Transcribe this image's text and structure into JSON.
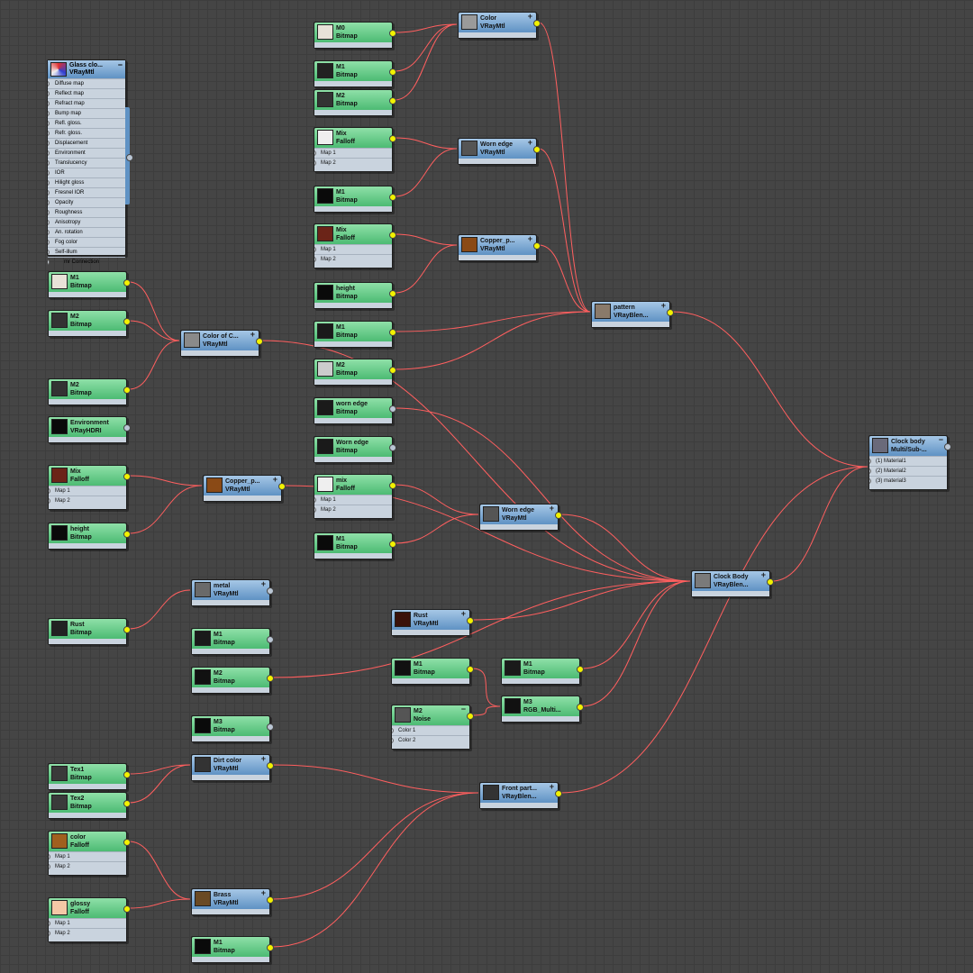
{
  "editor": {
    "title": "Slate Material Editor node view"
  },
  "colors": {
    "background": "#454545",
    "wire": "#ff5f5f",
    "map_header": "#5cc07e",
    "material_header": "#6b9bcc",
    "active_socket": "#f2f200"
  },
  "glass": {
    "title": "Glass clo...",
    "subtitle": "VRayMtl",
    "slots": [
      "Diffuse map",
      "Reflect map",
      "Refract map",
      "Bump map",
      "Refl. gloss.",
      "Refr. gloss.",
      "Displacement",
      "Environment",
      "Translucency",
      "IOR",
      "Hilight gloss",
      "Fresnel IOR",
      "Opacity",
      "Roughness",
      "Anisotropy",
      "An. rotation",
      "Fog color",
      "Self-illum",
      "mr Connection"
    ]
  },
  "nodes": {
    "n1": {
      "t1": "M0",
      "t2": "Bitmap",
      "thumb": "#e8e2d8"
    },
    "n2": {
      "t1": "M1",
      "t2": "Bitmap",
      "thumb": "#222222"
    },
    "n3": {
      "t1": "M2",
      "t2": "Bitmap",
      "thumb": "#333333"
    },
    "n4": {
      "t1": "Mix",
      "t2": "Falloff",
      "thumb": "#efefef",
      "slots": [
        "Map 1",
        "Map 2"
      ]
    },
    "n5": {
      "t1": "M1",
      "t2": "Bitmap",
      "thumb": "#0a0a0a"
    },
    "n6": {
      "t1": "Mix",
      "t2": "Falloff",
      "thumb": "#6b2418",
      "slots": [
        "Map 1",
        "Map 2"
      ]
    },
    "n7": {
      "t1": "height",
      "t2": "Bitmap",
      "thumb": "#0a0a0a"
    },
    "n8": {
      "t1": "M1",
      "t2": "Bitmap",
      "thumb": "#1a1a1a"
    },
    "n9": {
      "t1": "M2",
      "t2": "Bitmap",
      "thumb": "#cccccc"
    },
    "n10": {
      "t1": "worn edge",
      "t2": "Bitmap",
      "thumb": "#1a1a1a"
    },
    "n11": {
      "t1": "Worn edge",
      "t2": "Bitmap",
      "thumb": "#1a1a1a"
    },
    "n12": {
      "t1": "mix",
      "t2": "Falloff",
      "thumb": "#efefef",
      "slots": [
        "Map 1",
        "Map 2"
      ]
    },
    "n13": {
      "t1": "M1",
      "t2": "Bitmap",
      "thumb": "#0a0a0a"
    },
    "n14": {
      "t1": "Color",
      "t2": "VRayMtl",
      "thumb": "#9a9a9a",
      "corner": "+"
    },
    "n15": {
      "t1": "Worn edge",
      "t2": "VRayMtl",
      "thumb": "#555555",
      "corner": "+"
    },
    "n16": {
      "t1": "Copper_p...",
      "t2": "VRayMtl",
      "thumb": "#8a4a16",
      "corner": "+"
    },
    "n17": {
      "t1": "pattern",
      "t2": "VRayBlen...",
      "thumb": "#8a7a6a",
      "corner": "+"
    },
    "n18": {
      "t1": "M1",
      "t2": "Bitmap",
      "thumb": "#e8e2d8"
    },
    "n19": {
      "t1": "M2",
      "t2": "Bitmap",
      "thumb": "#333333"
    },
    "n20": {
      "t1": "M2",
      "t2": "Bitmap",
      "thumb": "#333333"
    },
    "n21": {
      "t1": "Environment",
      "t2": "VRayHDRI",
      "thumb": "#0a0a0a"
    },
    "n22": {
      "t1": "Mix",
      "t2": "Falloff",
      "thumb": "#6b2418",
      "slots": [
        "Map 1",
        "Map 2"
      ]
    },
    "n23": {
      "t1": "height",
      "t2": "Bitmap",
      "thumb": "#0a0a0a"
    },
    "n24": {
      "t1": "Color of C...",
      "t2": "VRayMtl",
      "thumb": "#8a8a8a",
      "corner": "+"
    },
    "n25": {
      "t1": "Copper_p...",
      "t2": "VRayMtl",
      "thumb": "#8a4a16",
      "corner": "+"
    },
    "n26": {
      "t1": "Worn edge",
      "t2": "VRayMtl",
      "thumb": "#555555",
      "corner": "+"
    },
    "n27": {
      "t1": "Clock body",
      "t2": "Multi/Sub-...",
      "thumb": "#6a6a7a",
      "corner": "−",
      "slots": [
        "(1) Material1",
        "(2) Material2",
        "(3) material3"
      ]
    },
    "n28": {
      "t1": "Clock Body",
      "t2": "VRayBlen...",
      "thumb": "#7a7a7a",
      "corner": "+"
    },
    "n29": {
      "t1": "metal",
      "t2": "VRayMtl",
      "thumb": "#6a6a6a",
      "corner": "+"
    },
    "n30": {
      "t1": "Rust",
      "t2": "Bitmap",
      "thumb": "#222222"
    },
    "n31": {
      "t1": "M1",
      "t2": "Bitmap",
      "thumb": "#1a1a1a"
    },
    "n32": {
      "t1": "M2",
      "t2": "Bitmap",
      "thumb": "#111111"
    },
    "n33": {
      "t1": "M3",
      "t2": "Bitmap",
      "thumb": "#0a0a0a"
    },
    "n34": {
      "t1": "Rust",
      "t2": "VRayMtl",
      "thumb": "#3a120a",
      "corner": "+"
    },
    "n35": {
      "t1": "M1",
      "t2": "Bitmap",
      "thumb": "#111111"
    },
    "n36": {
      "t1": "M2",
      "t2": "Noise",
      "thumb": "#555555",
      "corner": "−",
      "slots": [
        "Color 1",
        "Color 2"
      ]
    },
    "n37": {
      "t1": "M1",
      "t2": "Bitmap",
      "thumb": "#1a1a1a"
    },
    "n38": {
      "t1": "M3",
      "t2": "RGB_Multi...",
      "thumb": "#111111"
    },
    "n39": {
      "t1": "Tex1",
      "t2": "Bitmap",
      "thumb": "#3a3a3a"
    },
    "n40": {
      "t1": "Tex2",
      "t2": "Bitmap",
      "thumb": "#3a3a3a"
    },
    "n41": {
      "t1": "Dirt color",
      "t2": "VRayMtl",
      "thumb": "#333333",
      "corner": "+"
    },
    "n42": {
      "t1": "color",
      "t2": "Falloff",
      "thumb": "#a0601e",
      "slots": [
        "Map 1",
        "Map 2"
      ]
    },
    "n43": {
      "t1": "glossy",
      "t2": "Falloff",
      "thumb": "#f5c8a6",
      "slots": [
        "Map 1",
        "Map 2"
      ]
    },
    "n44": {
      "t1": "Brass",
      "t2": "VRayMtl",
      "thumb": "#6a4a24",
      "corner": "+"
    },
    "n45": {
      "t1": "M1",
      "t2": "Bitmap",
      "thumb": "#0a0a0a"
    },
    "n46": {
      "t1": "Front part...",
      "t2": "VRayBlen...",
      "thumb": "#333333",
      "corner": "+"
    }
  }
}
